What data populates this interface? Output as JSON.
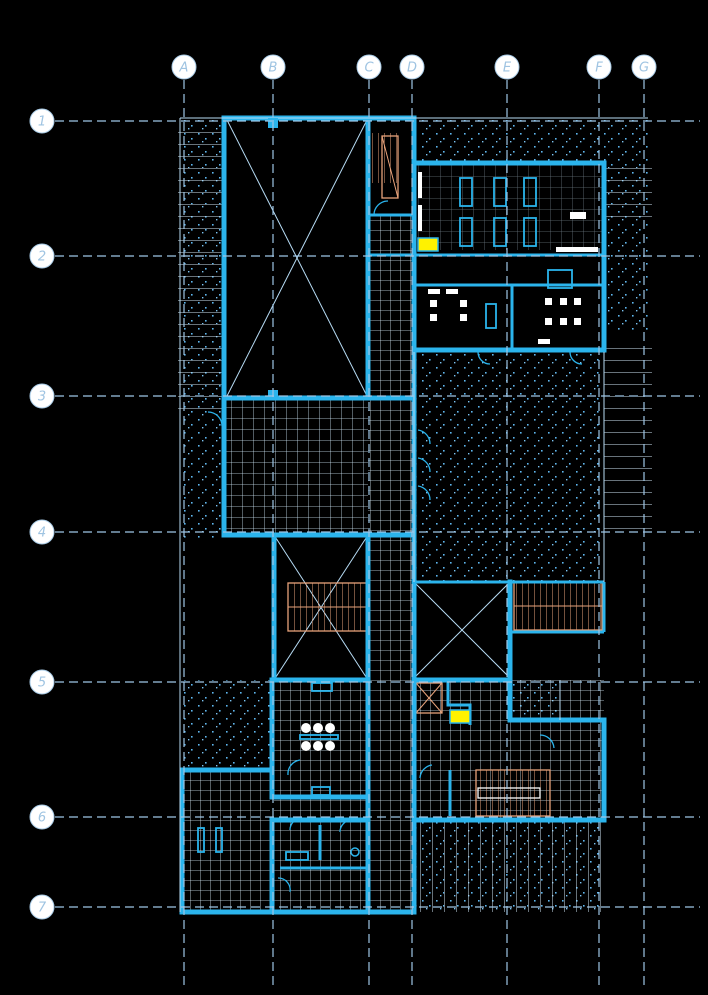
{
  "grid": {
    "columns": [
      "A",
      "B",
      "C",
      "D",
      "E",
      "F",
      "G"
    ],
    "rows": [
      "1",
      "2",
      "3",
      "4",
      "5",
      "6",
      "7"
    ]
  },
  "colors": {
    "background": "#000000",
    "wall": "#2bb4ec",
    "grid_line": "#9ec6e6",
    "stairs": "#e8a27a",
    "marker": "#fff200"
  },
  "icons": [
    "column-bubble",
    "row-bubble",
    "stair-icon",
    "elevator-icon",
    "door-swing-icon"
  ]
}
